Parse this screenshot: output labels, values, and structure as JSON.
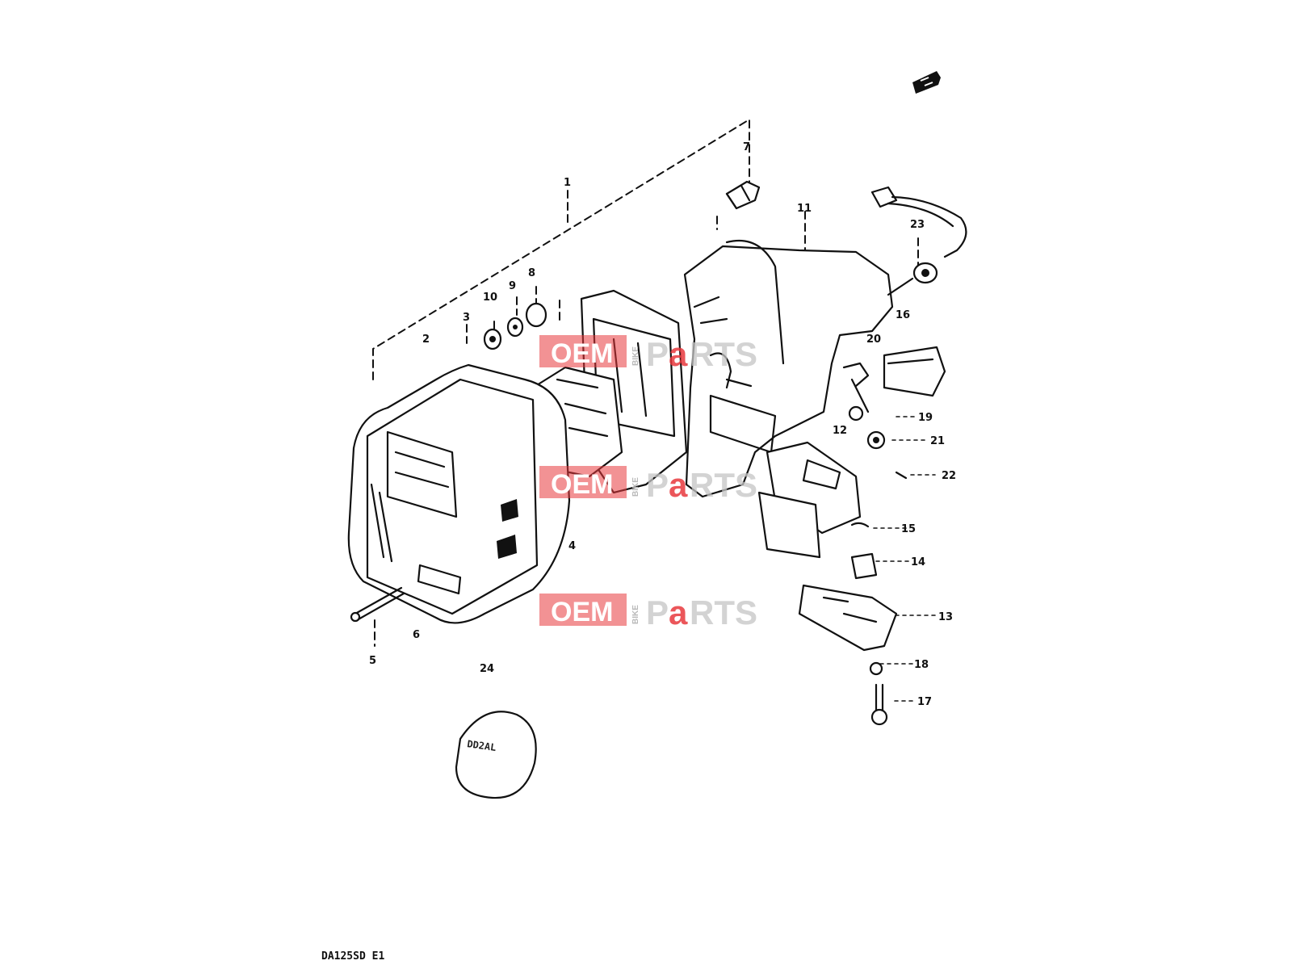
{
  "diagram": {
    "parts": [
      {
        "id": "p1",
        "number": "1"
      },
      {
        "id": "p2",
        "number": "2"
      },
      {
        "id": "p3",
        "number": "3"
      },
      {
        "id": "p4",
        "number": "4"
      },
      {
        "id": "p5",
        "number": "5"
      },
      {
        "id": "p6",
        "number": "6"
      },
      {
        "id": "p7",
        "number": "7"
      },
      {
        "id": "p8",
        "number": "8"
      },
      {
        "id": "p9",
        "number": "9"
      },
      {
        "id": "p10",
        "number": "10"
      },
      {
        "id": "p11",
        "number": "11"
      },
      {
        "id": "p12",
        "number": "12"
      },
      {
        "id": "p13",
        "number": "13"
      },
      {
        "id": "p14",
        "number": "14"
      },
      {
        "id": "p15",
        "number": "15"
      },
      {
        "id": "p16",
        "number": "16"
      },
      {
        "id": "p17",
        "number": "17"
      },
      {
        "id": "p18",
        "number": "18"
      },
      {
        "id": "p19",
        "number": "19"
      },
      {
        "id": "p20",
        "number": "20"
      },
      {
        "id": "p21",
        "number": "21"
      },
      {
        "id": "p22",
        "number": "22"
      },
      {
        "id": "p23",
        "number": "23"
      },
      {
        "id": "p24",
        "number": "24"
      }
    ],
    "emblem_text": "DD2AL",
    "diagram_code": "DA125SD E1"
  },
  "watermark": {
    "oem": "OEM",
    "bike": "BIKE",
    "p": "P",
    "a": "a",
    "rts": "RTS",
    "red": "#e7383d",
    "gray": "#c4c4c4"
  }
}
